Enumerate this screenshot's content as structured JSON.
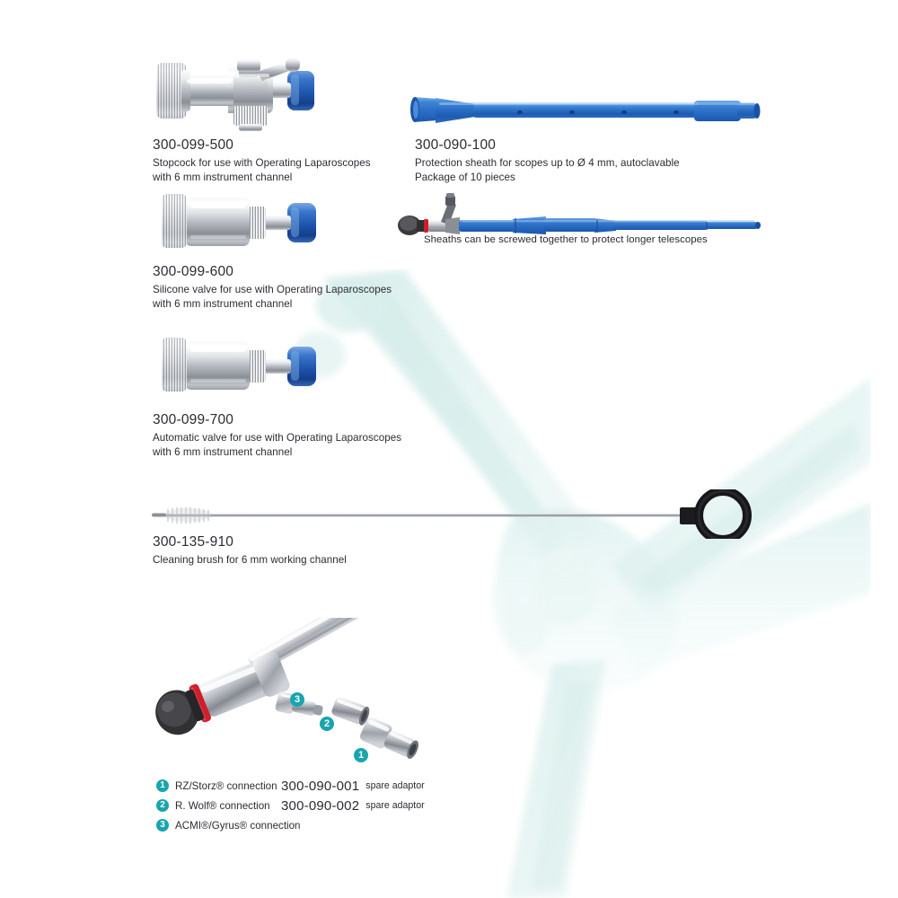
{
  "page": {
    "background_color": "#ffffff",
    "text_color": "#2b2b33",
    "accent_color": "#17a5ae",
    "product_blue": "#2f6cc4",
    "watermark_color": "#d6ecea"
  },
  "products": [
    {
      "art_no": "300-099-500",
      "desc_line1": "Stopcock for use with Operating Laparoscopes",
      "desc_line2": "with 6 mm instrument channel",
      "image_name": "stopcock-image"
    },
    {
      "art_no": "300-099-600",
      "desc_line1": "Silicone valve for use with Operating Laparoscopes",
      "desc_line2": "with 6 mm instrument channel",
      "image_name": "silicone-valve-image"
    },
    {
      "art_no": "300-099-700",
      "desc_line1": "Automatic valve for use with Operating Laparoscopes",
      "desc_line2": "with 6 mm instrument channel",
      "image_name": "automatic-valve-image"
    },
    {
      "art_no": "300-135-910",
      "desc_line1": "Cleaning brush for 6 mm working channel",
      "desc_line2": "",
      "image_name": "cleaning-brush-image"
    },
    {
      "art_no": "300-090-100",
      "desc_line1": "Protection sheath for scopes up to Ø 4 mm, autoclavable",
      "desc_line2": "Package of 10 pieces",
      "image_name": "protection-sheath-image"
    }
  ],
  "sheath_note": "Sheaths can be screwed together to protect longer telescopes",
  "adaptor_legend": [
    {
      "number": "1",
      "connection": "RZ/Storz® connection",
      "art_no": "300-090-001",
      "suffix": "spare adaptor"
    },
    {
      "number": "2",
      "connection": "R. Wolf® connection",
      "art_no": "300-090-002",
      "suffix": "spare adaptor"
    },
    {
      "number": "3",
      "connection": "ACMI®/Gyrus® connection",
      "art_no": "",
      "suffix": ""
    }
  ],
  "callouts": [
    {
      "number": "1"
    },
    {
      "number": "2"
    },
    {
      "number": "3"
    }
  ]
}
